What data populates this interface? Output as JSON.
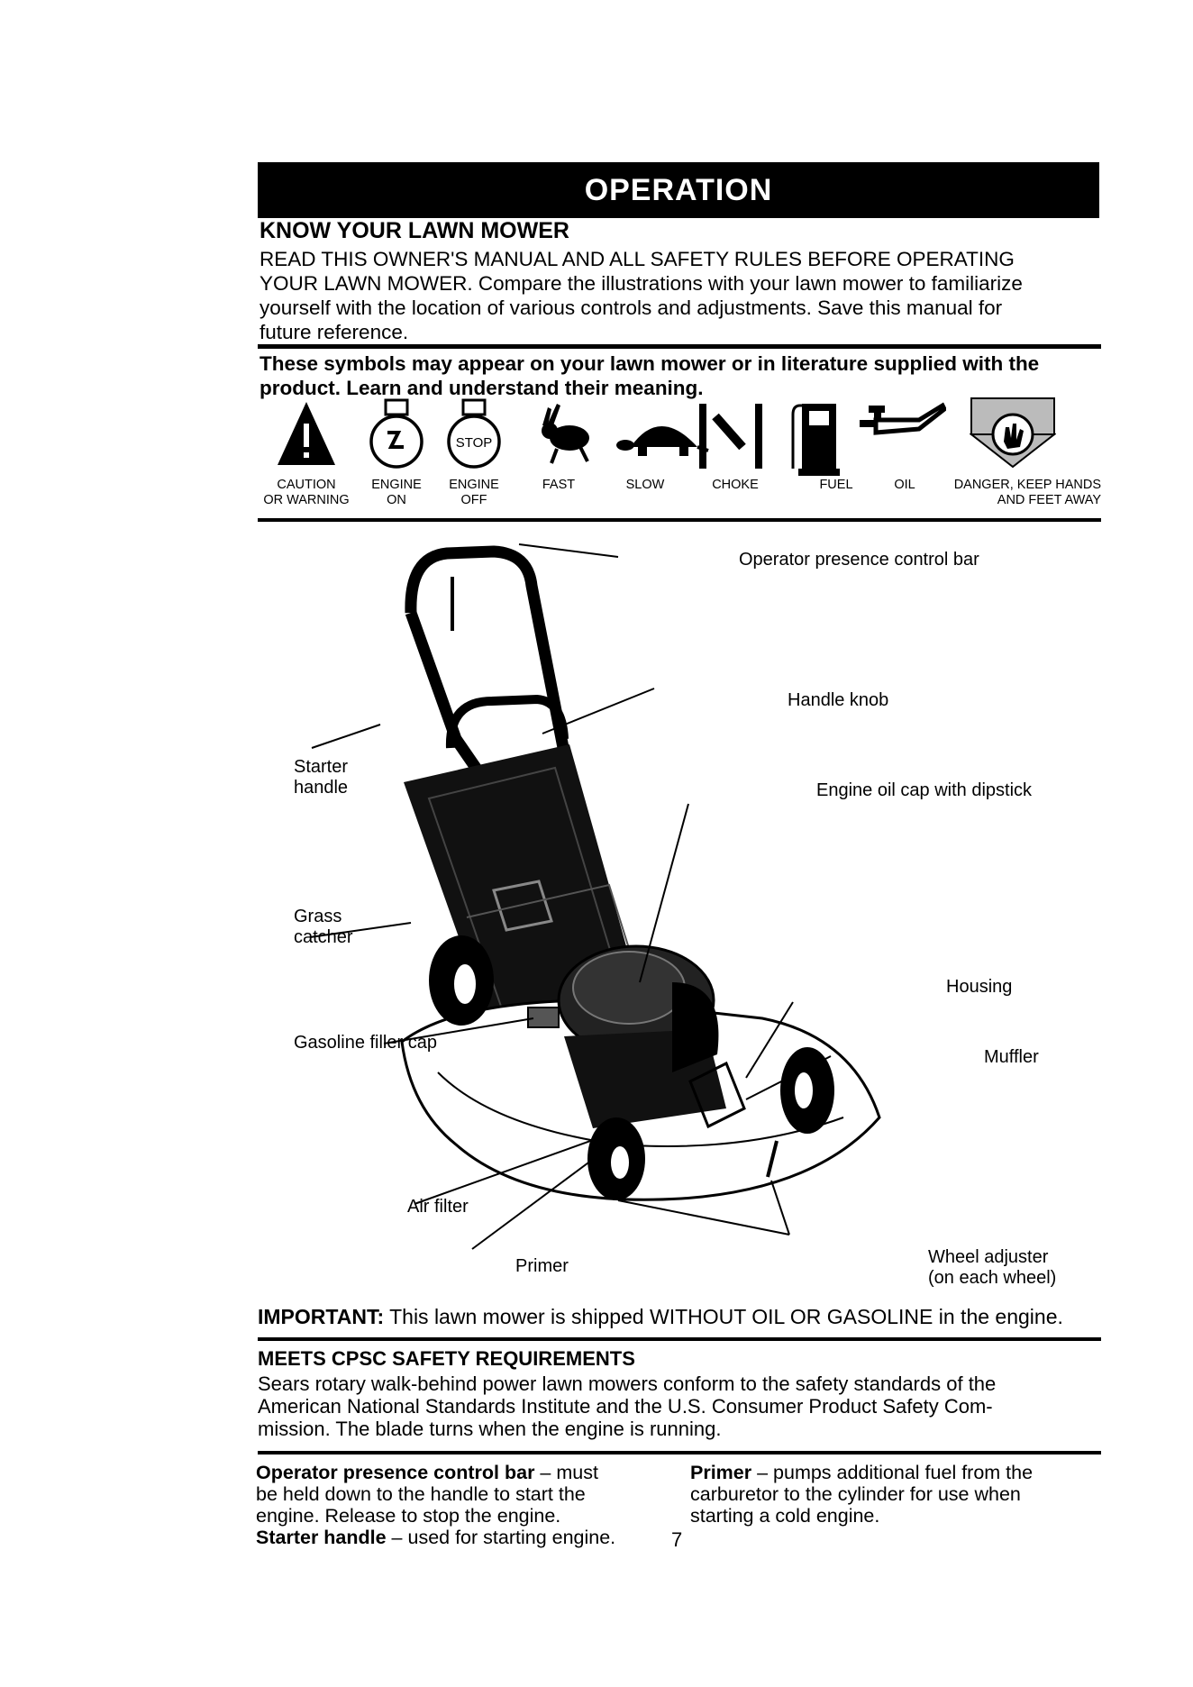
{
  "header": {
    "title": "OPERATION"
  },
  "section": {
    "title": "KNOW YOUR LAWN MOWER",
    "intro_lines": [
      "READ THIS OWNER'S MANUAL AND ALL SAFETY RULES BEFORE OPERATING",
      "YOUR LAWN MOWER.  Compare the illustrations with your lawn mower to familiarize",
      "yourself with the location of various controls and adjustments.  Save this manual for",
      "future reference."
    ]
  },
  "symbols": {
    "intro_lines": [
      "These symbols may appear on your lawn mower or in literature supplied with the",
      "product.  Learn and understand their meaning."
    ],
    "items": [
      {
        "icon": "caution-triangle-icon",
        "line1": "CAUTION",
        "line2": "OR WARNING"
      },
      {
        "icon": "engine-on-icon",
        "line1": "ENGINE",
        "line2": "ON"
      },
      {
        "icon": "engine-off-icon",
        "line1": "ENGINE",
        "line2": "OFF",
        "icon_text": "STOP"
      },
      {
        "icon": "rabbit-fast-icon",
        "line1": "FAST",
        "line2": ""
      },
      {
        "icon": "turtle-slow-icon",
        "line1": "SLOW",
        "line2": ""
      },
      {
        "icon": "choke-icon",
        "line1": "CHOKE",
        "line2": ""
      },
      {
        "icon": "fuel-pump-icon",
        "line1": "FUEL",
        "line2": ""
      },
      {
        "icon": "oil-can-icon",
        "line1": "OIL",
        "line2": ""
      },
      {
        "icon": "danger-hands-icon",
        "line1": "DANGER, KEEP HANDS",
        "line2": "AND FEET AWAY"
      }
    ]
  },
  "diagram": {
    "callouts": {
      "operator_bar": "Operator presence control bar",
      "handle_knob": "Handle knob",
      "starter_handle_1": "Starter",
      "starter_handle_2": "handle",
      "oil_cap": "Engine oil cap with dipstick",
      "grass_catcher_1": "Grass",
      "grass_catcher_2": "catcher",
      "housing": "Housing",
      "gas_cap": "Gasoline filler cap",
      "muffler": "Muffler",
      "air_filter": "Air filter",
      "primer": "Primer",
      "wheel_adjuster_1": "Wheel adjuster",
      "wheel_adjuster_2": "(on each wheel)"
    }
  },
  "important": {
    "label": "IMPORTANT:",
    "text": " This lawn mower is shipped WITHOUT OIL OR GASOLINE in the engine."
  },
  "cpsc": {
    "title": "MEETS CPSC SAFETY REQUIREMENTS",
    "lines": [
      "Sears rotary walk-behind power lawn mowers conform to the safety standards of the",
      "American National Standards Institute and the U.S. Consumer Product Safety Com-",
      "mission.  The blade turns when the engine is running."
    ]
  },
  "definitions": {
    "left": {
      "term1": "Operator presence control bar",
      "def1_lines": [
        " – must",
        "be held down to the handle to start the",
        "engine.  Release to stop the engine."
      ],
      "term2": "Starter handle",
      "def2": " – used for starting engine."
    },
    "right": {
      "term": "Primer",
      "def_lines": [
        " – pumps additional fuel from the",
        "carburetor to the cylinder for use when",
        "starting a cold engine."
      ]
    }
  },
  "page_number": "7"
}
